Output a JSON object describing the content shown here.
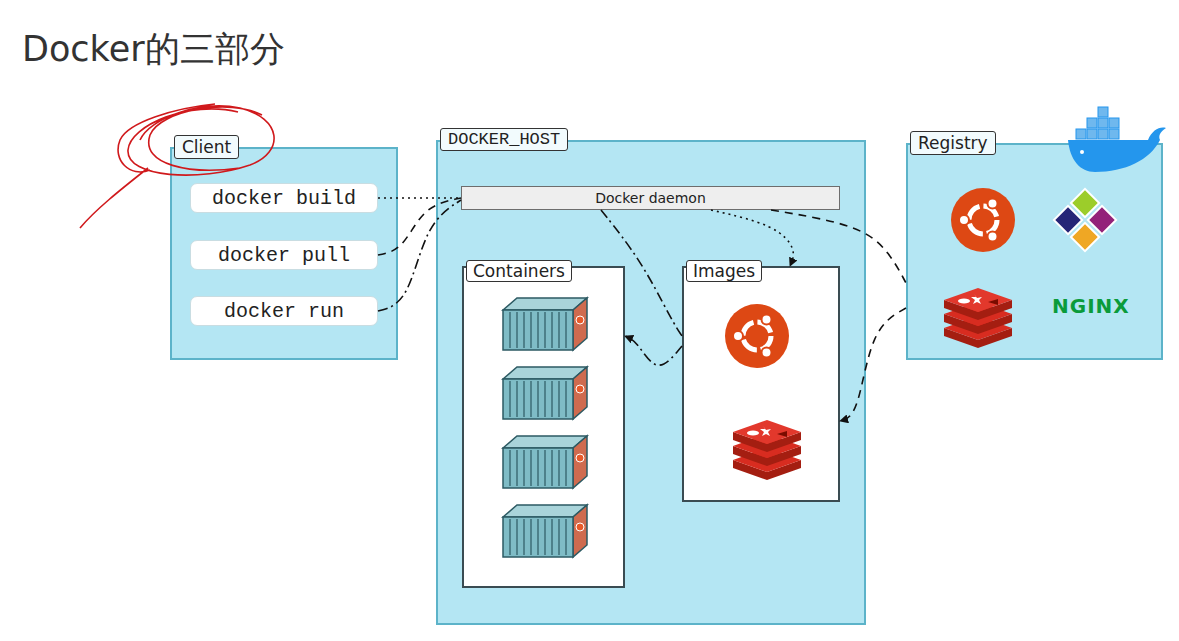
{
  "diagram": {
    "title": "Docker的三部分",
    "nodes": [
      {
        "text": [
          "Client"
        ]
      },
      {
        "text": [
          "docker build"
        ],
        "in": 0
      },
      {
        "text": [
          "docker pull"
        ],
        "in": 0
      },
      {
        "text": [
          "docker run"
        ],
        "in": 0
      },
      {
        "text": [
          "DOCKER_HOST"
        ]
      },
      {
        "text": [
          "Docker daemon"
        ],
        "in": 4
      },
      {
        "text": [
          "Containers"
        ],
        "in": 4
      },
      {
        "text": [
          "Images"
        ],
        "in": 4
      },
      {
        "text": [
          "Registry"
        ]
      }
    ],
    "edges": [
      {
        "from": 1,
        "to": 5,
        "arrow": "none"
      },
      {
        "from": 2,
        "to": 5,
        "arrow": "none"
      },
      {
        "from": 3,
        "to": 5,
        "arrow": "none"
      },
      {
        "from": 5,
        "to": 7,
        "arrow": "to"
      },
      {
        "from": 5,
        "to": 8,
        "arrow": "none"
      },
      {
        "from": 8,
        "to": 7,
        "arrow": "to"
      },
      {
        "from": 5,
        "to": 7,
        "arrow": "none"
      },
      {
        "from": 7,
        "to": 6,
        "arrow": "to"
      }
    ],
    "labels": [
      "NGINX"
    ]
  }
}
